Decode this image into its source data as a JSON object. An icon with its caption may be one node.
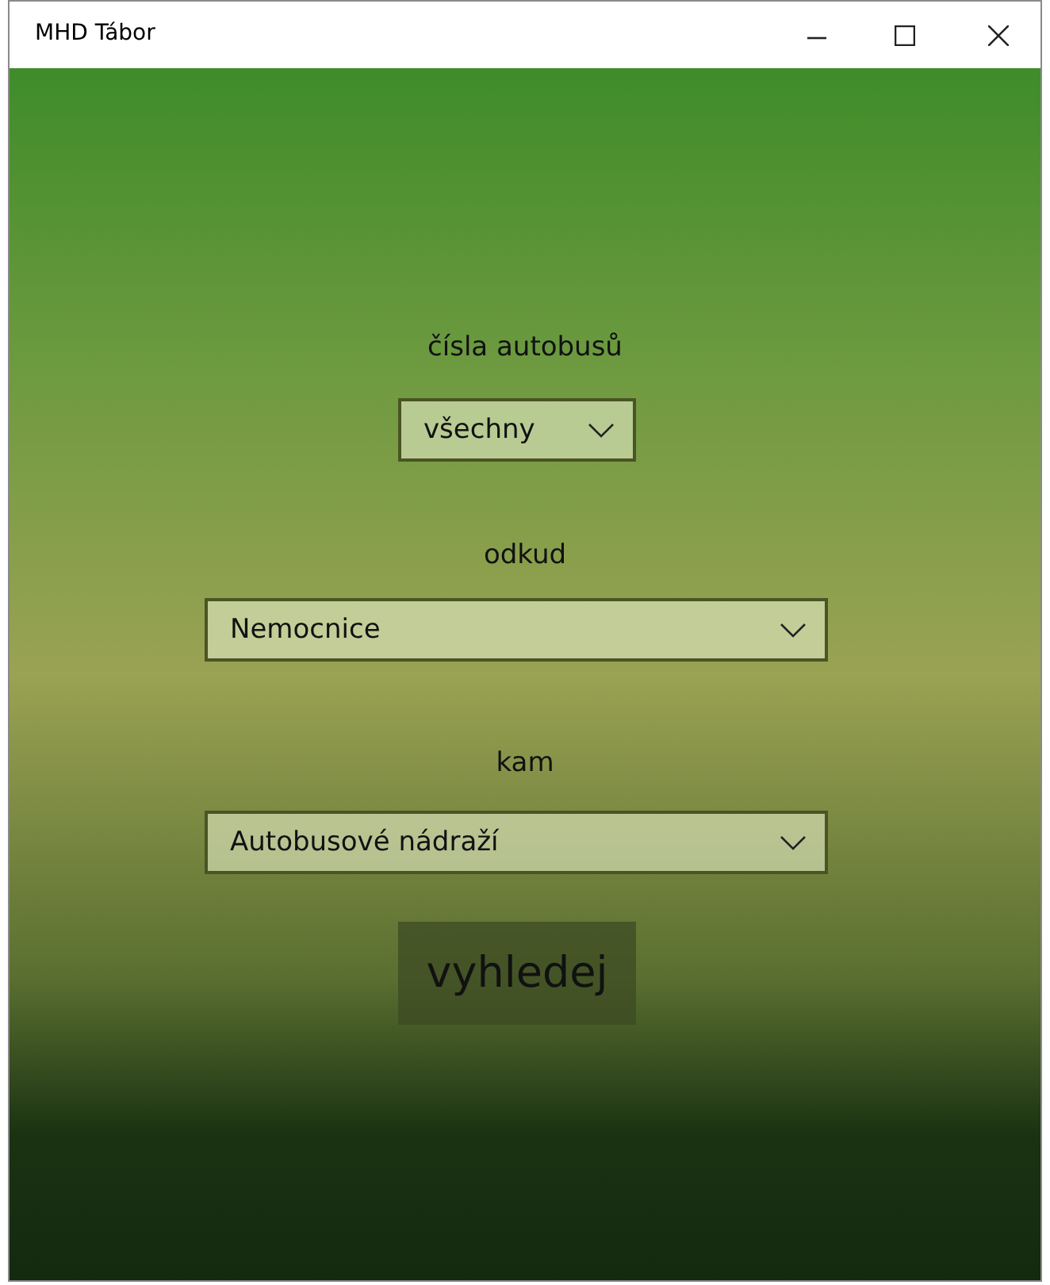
{
  "diagram": {
    "labels": [
      "MHD Tábor",
      "čísla autobusů",
      "všechny",
      "odkud",
      "Nemocnice",
      "kam",
      "Autobusové nádraží",
      "vyhledej"
    ]
  }
}
